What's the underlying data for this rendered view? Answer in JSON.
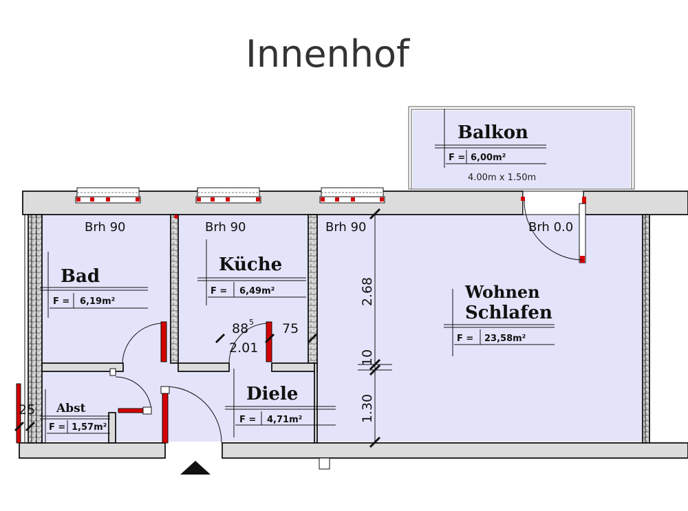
{
  "title": "Innenhof",
  "colors": {
    "room_fill": "#e3e3fa",
    "wall_fill": "#dcdcdc",
    "wall_stroke": "#111111",
    "accent_red": "#d40000"
  },
  "rooms": {
    "balkon": {
      "name": "Balkon",
      "area_label": "F =",
      "area_value": "6,00m²",
      "size": "4.00m x 1.50m"
    },
    "bad": {
      "name": "Bad",
      "area_label": "F =",
      "area_value": "6,19m²"
    },
    "kueche": {
      "name": "Küche",
      "area_label": "F =",
      "area_value": "6,49m²"
    },
    "wohnen": {
      "name_line1": "Wohnen",
      "name_line2": "Schlafen",
      "area_label": "F =",
      "area_value": "23,58m²"
    },
    "diele": {
      "name": "Diele",
      "area_label": "F =",
      "area_value": "4,71m²"
    },
    "abst": {
      "name": "Abst",
      "area_label": "F =",
      "area_value": "1,57m²"
    }
  },
  "windows": {
    "bad": "Brh 90",
    "kueche": "Brh 90",
    "wohnen": "Brh 90",
    "balkon_door": "Brh 0.0"
  },
  "dimensions": {
    "height_upper": "2.68",
    "wall_10": "10",
    "height_lower": "1.30",
    "door_kueche_width": "88",
    "door_kueche_sup": "5",
    "door_kueche_height": "2.01",
    "door_bad_width": "75",
    "left_25": "25"
  }
}
